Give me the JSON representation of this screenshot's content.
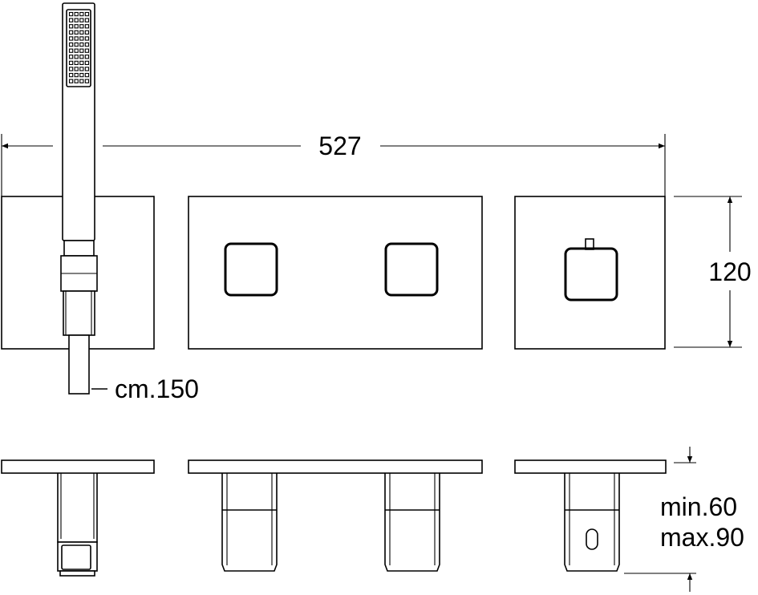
{
  "dimensions": {
    "width": "527",
    "height": "120",
    "hose_length": "cm.150",
    "depth_min": "min.60",
    "depth_max": "max.90"
  }
}
